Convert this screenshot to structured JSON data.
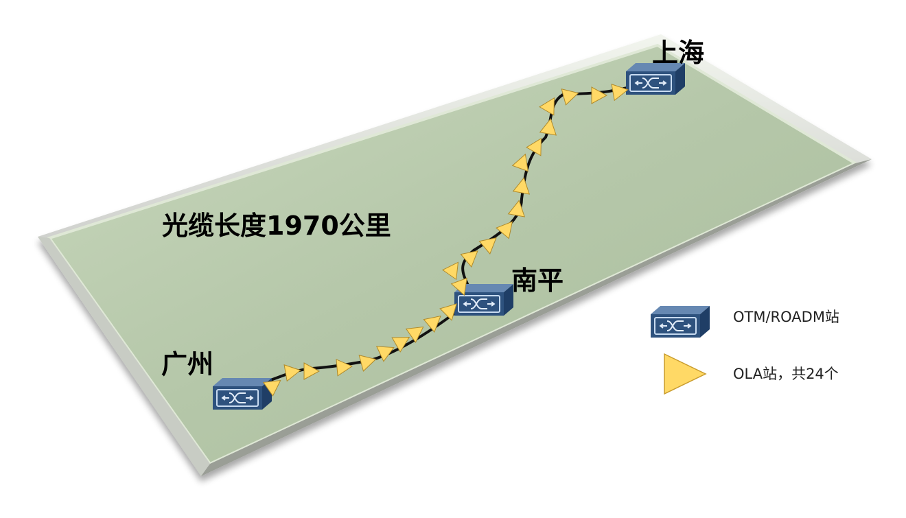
{
  "labels": {
    "cable_length": "光缆长度1970公里",
    "city_guangzhou": "广州",
    "city_nanping": "南平",
    "city_shanghai": "上海"
  },
  "legend": {
    "otm_label": "OTM/ROADM站",
    "ola_label": "OLA站，共24个"
  },
  "icons": {
    "otm_station": "otm-roadm-station-icon",
    "ola_station": "ola-amplifier-triangle-icon"
  },
  "colors": {
    "board_fill": "#b7c9ab",
    "board_edge": "#d9e3cf",
    "station_blue": "#2e527e",
    "station_top": "#5f82ad",
    "station_face": "#8fb0d6",
    "ola_fill": "#ffd966",
    "ola_stroke": "#b08a2a",
    "cable": "#111111"
  }
}
